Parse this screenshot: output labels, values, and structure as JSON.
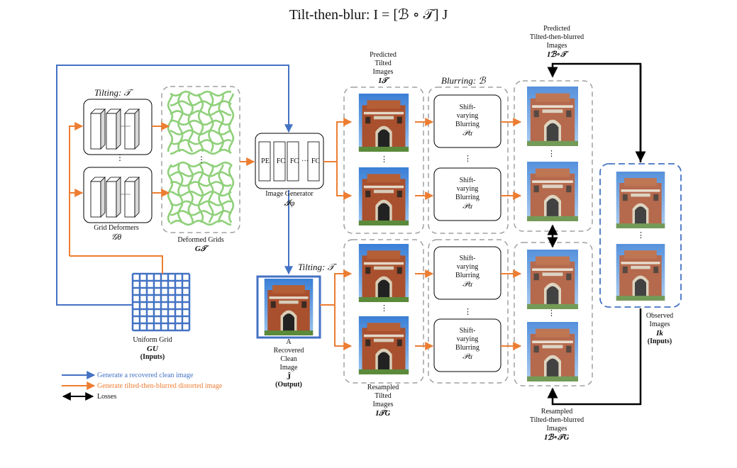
{
  "title": "Tilt-then-blur: I = [ℬ ∘ 𝒯] J",
  "colors": {
    "blue": "#4472c4",
    "orange": "#ed7d31",
    "green": "#8fd07a",
    "black": "#000000",
    "gray": "#a0a0a0"
  },
  "tilting": {
    "header": "Tilting: 𝒯",
    "header2": "Tilting: 𝒯"
  },
  "grid_deformers": {
    "label": "Grid Deformers",
    "symbol": "𝒢θ",
    "vdots": "⋮"
  },
  "deformed_grids": {
    "label": "Deformed Grids",
    "symbol": "G𝒯",
    "vdots": "⋮"
  },
  "uniform_grid": {
    "label": "Uniform Grid",
    "symbol": "GU",
    "note": "(Inputs)"
  },
  "image_generator": {
    "label": "Image Generator",
    "symbol": "𝓘φ",
    "blocks": [
      "PE",
      "FC",
      "FC",
      "···",
      "FC"
    ]
  },
  "recovered": {
    "lines": [
      "A",
      "Recovered",
      "Clean",
      "Image"
    ],
    "symbol": "Ĵ",
    "note": "(Output)"
  },
  "predicted_tilted": {
    "lines": [
      "Predicted",
      "Tilted",
      "Images"
    ],
    "symbol": "I𝒯",
    "vdots": "⋮"
  },
  "blurring": {
    "header": "Blurring: ℬ",
    "box_lines": [
      "Shift-",
      "varying",
      "Blurring"
    ],
    "box_symbol": "𝒫α",
    "vdots": "⋮"
  },
  "predicted_blurred": {
    "lines": [
      "Predicted",
      "Tilted-then-blurred",
      "Images"
    ],
    "symbol": "Iℬ∘𝒯",
    "vdots": "⋮"
  },
  "resampled_tilted": {
    "lines": [
      "Resampled",
      "Tilted",
      "Images"
    ],
    "symbol": "I𝒯G",
    "vdots": "⋮"
  },
  "resampled_blurred": {
    "lines": [
      "Resampled",
      "Tilted-then-blurred",
      "Images"
    ],
    "symbol": "Iℬ∘𝒯G",
    "vdots": "⋮"
  },
  "observed": {
    "lines": [
      "Observed",
      "Images"
    ],
    "symbol": "Ik",
    "note": "(Inputs)",
    "vdots": "⋮"
  },
  "legend": [
    {
      "text": "Generate a recovered clean image",
      "color": "#4472c4"
    },
    {
      "text": "Generate tilted-then-blurred distorted image",
      "color": "#ed7d31"
    },
    {
      "text": "Losses",
      "color": "#000000"
    }
  ]
}
